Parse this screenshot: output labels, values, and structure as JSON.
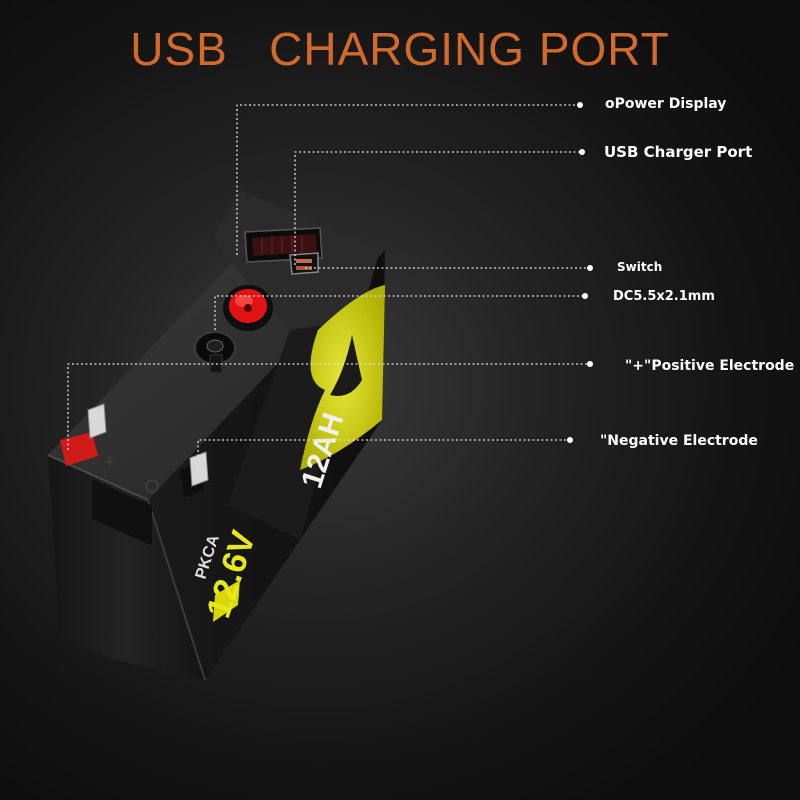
{
  "title": "USB   CHARGING PORT",
  "callouts": [
    {
      "label": "oPower Display"
    },
    {
      "label": "USB Charger Port"
    },
    {
      "label": "Switch"
    },
    {
      "label": "DC5.5x2.1mm"
    },
    {
      "label": "\"+\"Positive Electrode"
    },
    {
      "label": "\"Negative Electrode"
    }
  ],
  "battery_label": {
    "voltage": "12.6V",
    "capacity": "12AH",
    "brand": "PKCA"
  },
  "colors": {
    "title": "#d26a2c",
    "accent_yellow": "#e2e21a",
    "positive_terminal": "#d11a1a",
    "switch_red": "#e01414",
    "body": "#1c1c1c"
  }
}
